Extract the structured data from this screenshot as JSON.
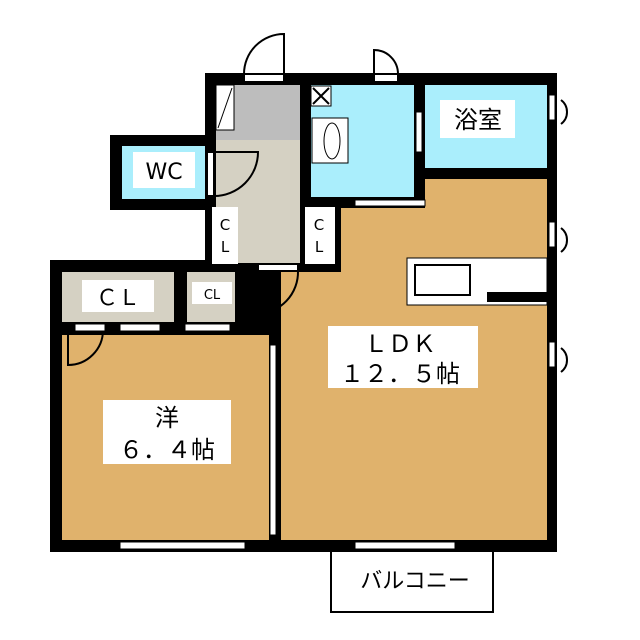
{
  "rooms": {
    "bath": "浴室",
    "wc": "WC",
    "cl_hall_left_c": "C",
    "cl_hall_left_l": "L",
    "cl_hall_right_c": "C",
    "cl_hall_right_l": "L",
    "cl_west_large": "ＣＬ",
    "cl_west_small": "CL",
    "ldk_name": "ＬＤＫ",
    "ldk_size": "１２．５帖",
    "western_name": "洋",
    "western_size": "６．４帖",
    "balcony": "バルコニー"
  },
  "colors": {
    "wood": "#e0b26c",
    "water": "#aaeefc",
    "entry": "#bdbdbd",
    "hall": "#d5d1c3",
    "wall": "#000000"
  }
}
